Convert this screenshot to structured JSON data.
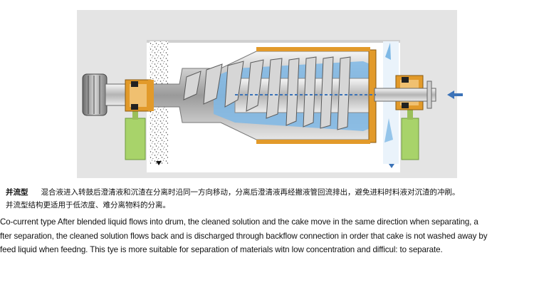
{
  "caption": {
    "cn_label": "并流型",
    "cn_line1": "混合液进入转鼓后澄清液和沉渣在分离时沿同一方向移动，分离后澄清液再经撇液管回流排出，避免进料时料液对沉渣的冲刷。",
    "cn_line2": "并流型结构更适用于低浓度、难分离物料的分离。",
    "en_line1": "Co-current type After blended liquid flows into drum, the cleaned solution and the cake move in the same direction when separating, a",
    "en_line2": "fter separation, the cleaned solution flows back and is discharged through backflow connection in order that cake is not washed away by",
    "en_line3": "feed liquid when feedng. This tye is more suitable for separation of materials witn low concentration and difficul: to separate."
  },
  "colors": {
    "background": "#e4e4e4",
    "housing_fill": "#ffffff",
    "drum_metal": "#c8c8c8",
    "liquid_blue": "#7fb9e6",
    "bearing_orange": "#e29a2a",
    "motor_green": "#a8d36a",
    "arrow_blue": "#3c73b8"
  }
}
